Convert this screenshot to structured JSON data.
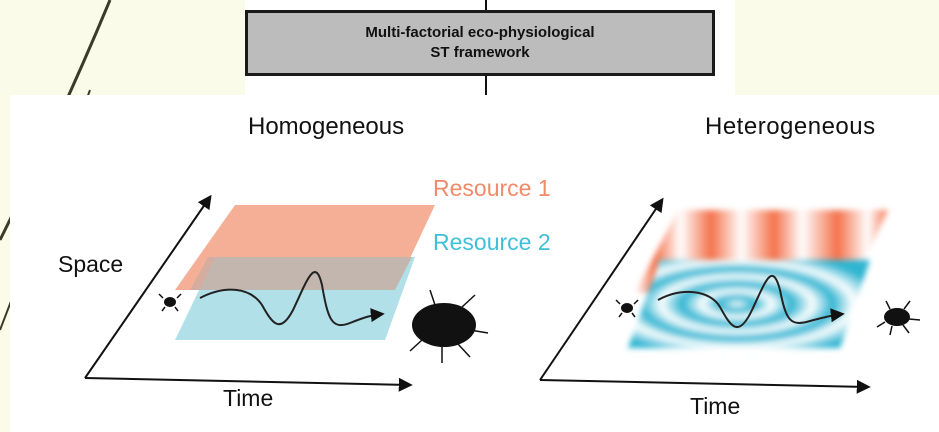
{
  "header_box": {
    "line1": "Multi-factorial eco-physiological",
    "line2": "ST framework"
  },
  "panels": {
    "left": {
      "title": "Homogeneous",
      "x_axis_label": "Time",
      "y_axis_label": "Space"
    },
    "right": {
      "title": "Heterogeneous",
      "x_axis_label": "Time"
    }
  },
  "resources": {
    "resource1": {
      "label": "Resource 1",
      "color": "#f08a6a"
    },
    "resource2": {
      "label": "Resource 2",
      "color": "#40c0d8"
    }
  },
  "colors": {
    "background": "#fbfbe9",
    "axis": "#111111",
    "box_fill": "#bcbcbc"
  }
}
